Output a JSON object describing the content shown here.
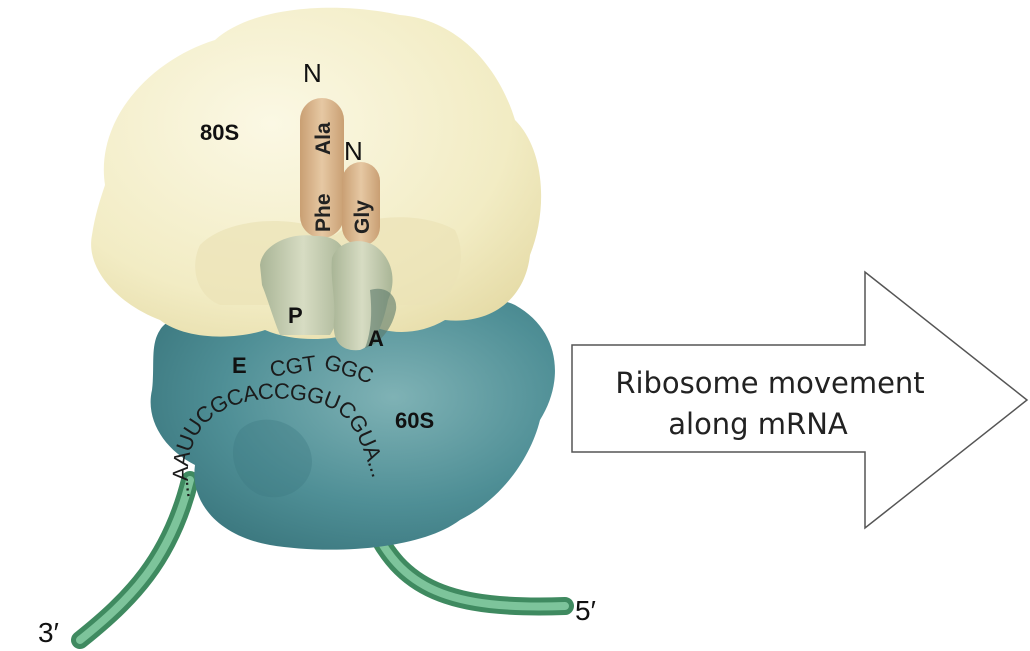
{
  "labels": {
    "large_subunit": "80S",
    "small_subunit": "60S",
    "n_terminus_1": "N",
    "n_terminus_2": "N",
    "site_e": "E",
    "site_p": "P",
    "site_a": "A",
    "end_3": "3′",
    "end_5": "5′"
  },
  "peptide": {
    "chain_1": [
      "Phe",
      "Ala"
    ],
    "chain_2": "Gly"
  },
  "anticodons": [
    "CGT",
    "GGC"
  ],
  "mrna_sequence": "...AAUUCGCACCGGUCGUA...",
  "arrow": {
    "line1": "Ribosome movement",
    "line2": "along mRNA"
  },
  "colors": {
    "large_subunit": "#f2ecc4",
    "small_subunit": "#4f8f96",
    "mrna": "#5aa77c",
    "trna": "#c4cdb0",
    "peptide": "#d9b58e"
  }
}
